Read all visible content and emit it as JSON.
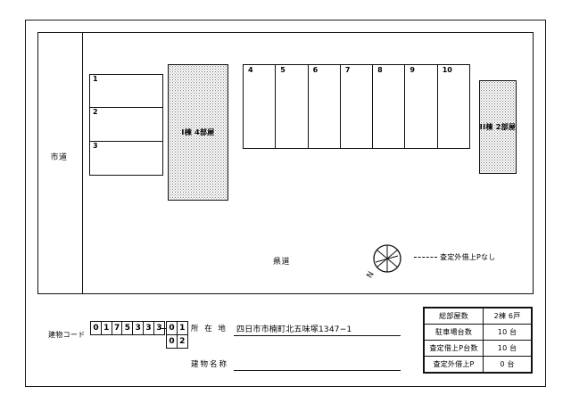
{
  "site_map": {
    "roads": {
      "city_road": "市道",
      "prefectural_road": "県道"
    },
    "parking_stack": {
      "spaces": [
        "1",
        "2",
        "3"
      ]
    },
    "parking_row": {
      "spaces": [
        "4",
        "5",
        "6",
        "7",
        "8",
        "9",
        "10"
      ]
    },
    "buildings": [
      {
        "label": "I棟  4部屋"
      },
      {
        "label": "II棟 2部屋"
      }
    ],
    "compass": {
      "north_letter": "N"
    },
    "legend": {
      "text": "査定外借上Pなし"
    }
  },
  "form": {
    "building_code_label": "建物コード",
    "building_code_digits": [
      "0",
      "1",
      "7",
      "5",
      "3",
      "3",
      "3"
    ],
    "building_code_sub": [
      [
        "0",
        "1"
      ],
      [
        "0",
        "2"
      ]
    ],
    "address_label": "所 在 地",
    "address_value": "四日市市楠町北五味塚1347−1",
    "building_name_label": "建物名称",
    "building_name_value": ""
  },
  "summary_table": {
    "rows": [
      {
        "key": "総部屋数",
        "value": "2棟  6戸"
      },
      {
        "key": "駐車場台数",
        "value": "10 台"
      },
      {
        "key": "査定借上P台数",
        "value": "10 台"
      },
      {
        "key": "査定外借上P",
        "value": "0 台"
      }
    ]
  },
  "colors": {
    "line": "#111111",
    "hatch": "#7a7a7a",
    "background": "#ffffff"
  }
}
